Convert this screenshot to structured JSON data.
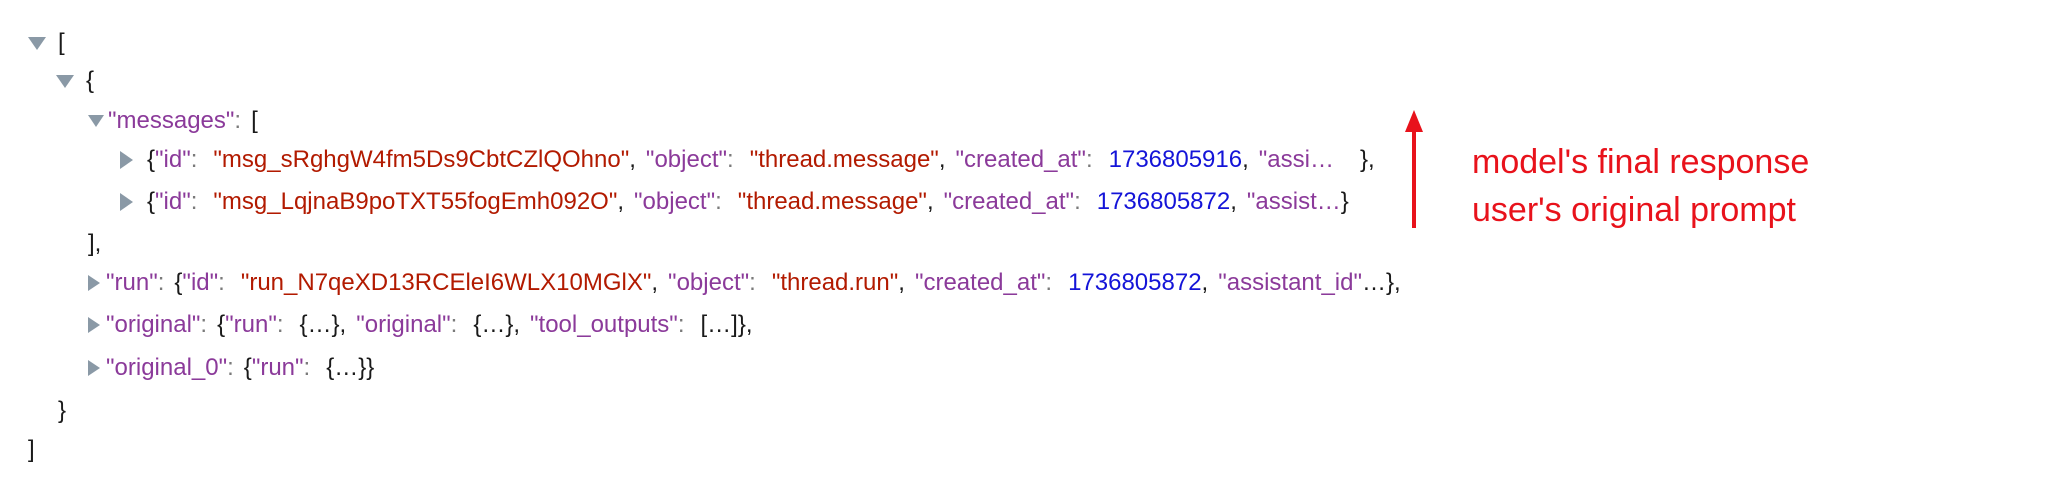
{
  "tree": {
    "root_open": "[",
    "root_close": "]",
    "obj_open": "{",
    "obj_close": "}",
    "messages_key": "\"messages\"",
    "messages_open": "[",
    "messages_close": "],",
    "msg1": {
      "id_key": "\"id\"",
      "id_val": "\"msg_sRghgW4fm5Ds9CbtCZlQOhno\"",
      "object_key": "\"object\"",
      "object_val": "\"thread.message\"",
      "created_key": "\"created_at\"",
      "created_val": "1736805916",
      "trunc_key": "\"assi…"
    },
    "msg2": {
      "id_key": "\"id\"",
      "id_val": "\"msg_LqjnaB9poTXT55fogEmh092O\"",
      "object_key": "\"object\"",
      "object_val": "\"thread.message\"",
      "created_key": "\"created_at\"",
      "created_val": "1736805872",
      "trunc_key": "\"assist…"
    },
    "run": {
      "key": "\"run\"",
      "id_key": "\"id\"",
      "id_val": "\"run_N7qeXD13RCEleI6WLX10MGlX\"",
      "object_key": "\"object\"",
      "object_val": "\"thread.run\"",
      "created_key": "\"created_at\"",
      "created_val": "1736805872",
      "assistant_key": "\"assistant_id\"",
      "ellipsis": "…"
    },
    "original": {
      "key": "\"original\"",
      "run_key": "\"run\"",
      "original_key": "\"original\"",
      "tool_outputs_key": "\"tool_outputs\"",
      "obj_collapsed": "{…}",
      "arr_collapsed": "[…]"
    },
    "original_0": {
      "key": "\"original_0\"",
      "run_key": "\"run\"",
      "obj_collapsed": "{…}"
    }
  },
  "annotations": {
    "line1": "model's final response",
    "line2": "user's original prompt",
    "color": "#e8121b"
  },
  "colors": {
    "key": "#8b3a9a",
    "string": "#b21a00",
    "number": "#1414d8",
    "toggle": "#8a99a6"
  }
}
